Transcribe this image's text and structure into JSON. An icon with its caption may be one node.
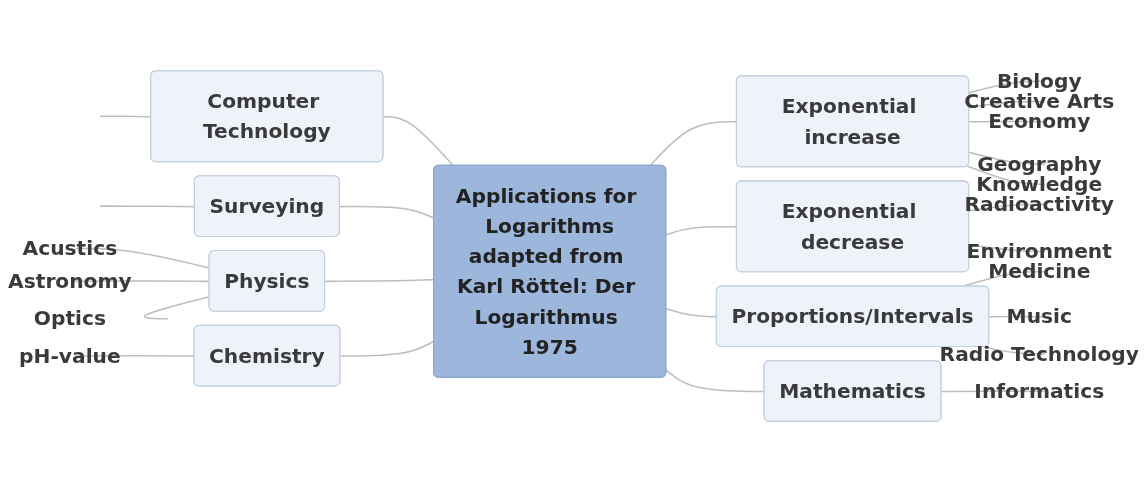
{
  "diagram": {
    "nodes": [
      {
        "text": [
          "Applications for Logarithms",
          "adapted from Karl Röttel: Der Logarithmus 1975"
        ]
      },
      {
        "text": [
          "Computer Technology"
        ]
      },
      {
        "text": [
          "Surveying"
        ]
      },
      {
        "text": [
          "Physics"
        ]
      },
      {
        "text": [
          "Acustics"
        ]
      },
      {
        "text": [
          "Astronomy"
        ]
      },
      {
        "text": [
          "Optics"
        ]
      },
      {
        "text": [
          "Chemistry"
        ]
      },
      {
        "text": [
          "pH-value"
        ]
      },
      {
        "text": [
          "Exponential increase"
        ]
      },
      {
        "text": [
          "Biology"
        ]
      },
      {
        "text": [
          "Creative Arts"
        ]
      },
      {
        "text": [
          "Economy"
        ]
      },
      {
        "text": [
          "Geography"
        ]
      },
      {
        "text": [
          "Knowledge"
        ]
      },
      {
        "text": [
          "Exponential decrease"
        ]
      },
      {
        "text": [
          "Radioactivity"
        ]
      },
      {
        "text": [
          "Environment"
        ]
      },
      {
        "text": [
          "Proportions/Intervals"
        ]
      },
      {
        "text": [
          "Medicine"
        ]
      },
      {
        "text": [
          "Music"
        ]
      },
      {
        "text": [
          "Radio Technology"
        ]
      },
      {
        "text": [
          "Mathematics"
        ]
      },
      {
        "text": [
          "Informatics"
        ]
      }
    ],
    "edges": [
      {
        "from": 0,
        "to": 1,
        "arrow": "none"
      },
      {
        "from": 1,
        "to": null,
        "arrow": "none"
      },
      {
        "from": 0,
        "to": 2,
        "arrow": "none"
      },
      {
        "from": 2,
        "to": null,
        "arrow": "none"
      },
      {
        "from": 0,
        "to": 3,
        "arrow": "none"
      },
      {
        "from": 3,
        "to": 4,
        "arrow": "none"
      },
      {
        "from": 3,
        "to": 5,
        "arrow": "none"
      },
      {
        "from": 3,
        "to": 6,
        "arrow": "none"
      },
      {
        "from": 0,
        "to": 7,
        "arrow": "none"
      },
      {
        "from": 7,
        "to": 8,
        "arrow": "none"
      },
      {
        "from": 0,
        "to": 9,
        "arrow": "none"
      },
      {
        "from": 9,
        "to": 10,
        "arrow": "none"
      },
      {
        "from": 9,
        "to": 11,
        "arrow": "none"
      },
      {
        "from": 9,
        "to": 12,
        "arrow": "none"
      },
      {
        "from": 9,
        "to": 13,
        "arrow": "none"
      },
      {
        "from": 9,
        "to": 14,
        "arrow": "none"
      },
      {
        "from": 0,
        "to": 15,
        "arrow": "none"
      },
      {
        "from": 15,
        "to": 16,
        "arrow": "none"
      },
      {
        "from": 15,
        "to": 17,
        "arrow": "none"
      },
      {
        "from": 0,
        "to": 18,
        "arrow": "none"
      },
      {
        "from": 18,
        "to": 19,
        "arrow": "none"
      },
      {
        "from": 18,
        "to": 20,
        "arrow": "none"
      },
      {
        "from": 18,
        "to": 21,
        "arrow": "none"
      },
      {
        "from": 0,
        "to": 22,
        "arrow": "none"
      },
      {
        "from": 22,
        "to": 23,
        "arrow": "none"
      }
    ]
  }
}
